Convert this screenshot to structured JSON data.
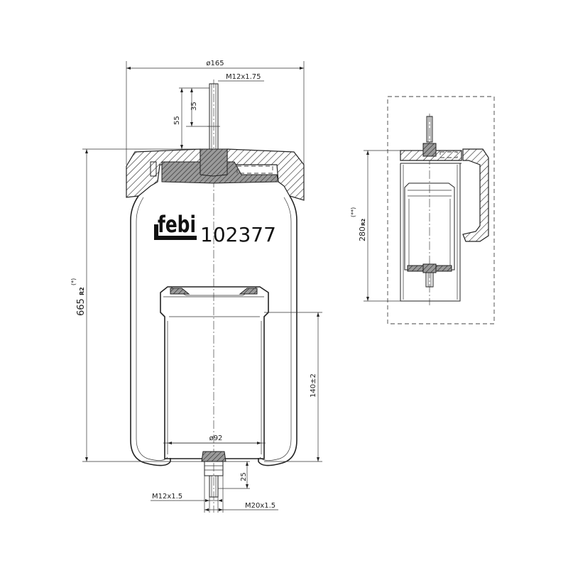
{
  "brand": {
    "logo_text": "febi",
    "part_number": "102377"
  },
  "dimensions": {
    "top_diameter": "ø165",
    "top_thread": "M12x1.75",
    "stud_55": "55",
    "stud_35": "35",
    "overall_height": "665",
    "overall_height_suffix": "R2",
    "overall_height_note": "(*)",
    "piston_height": "140±2",
    "piston_diameter": "ø92",
    "bottom_stud": "25",
    "bottom_thread": "M12x1.5",
    "bottom_thread_outer": "M20x1.5",
    "min_height": "280",
    "min_height_suffix": "R2",
    "min_height_note": "(**)"
  },
  "colors": {
    "line": "#222222",
    "hatch_fill": "#7a7a7a",
    "background": "#ffffff"
  }
}
